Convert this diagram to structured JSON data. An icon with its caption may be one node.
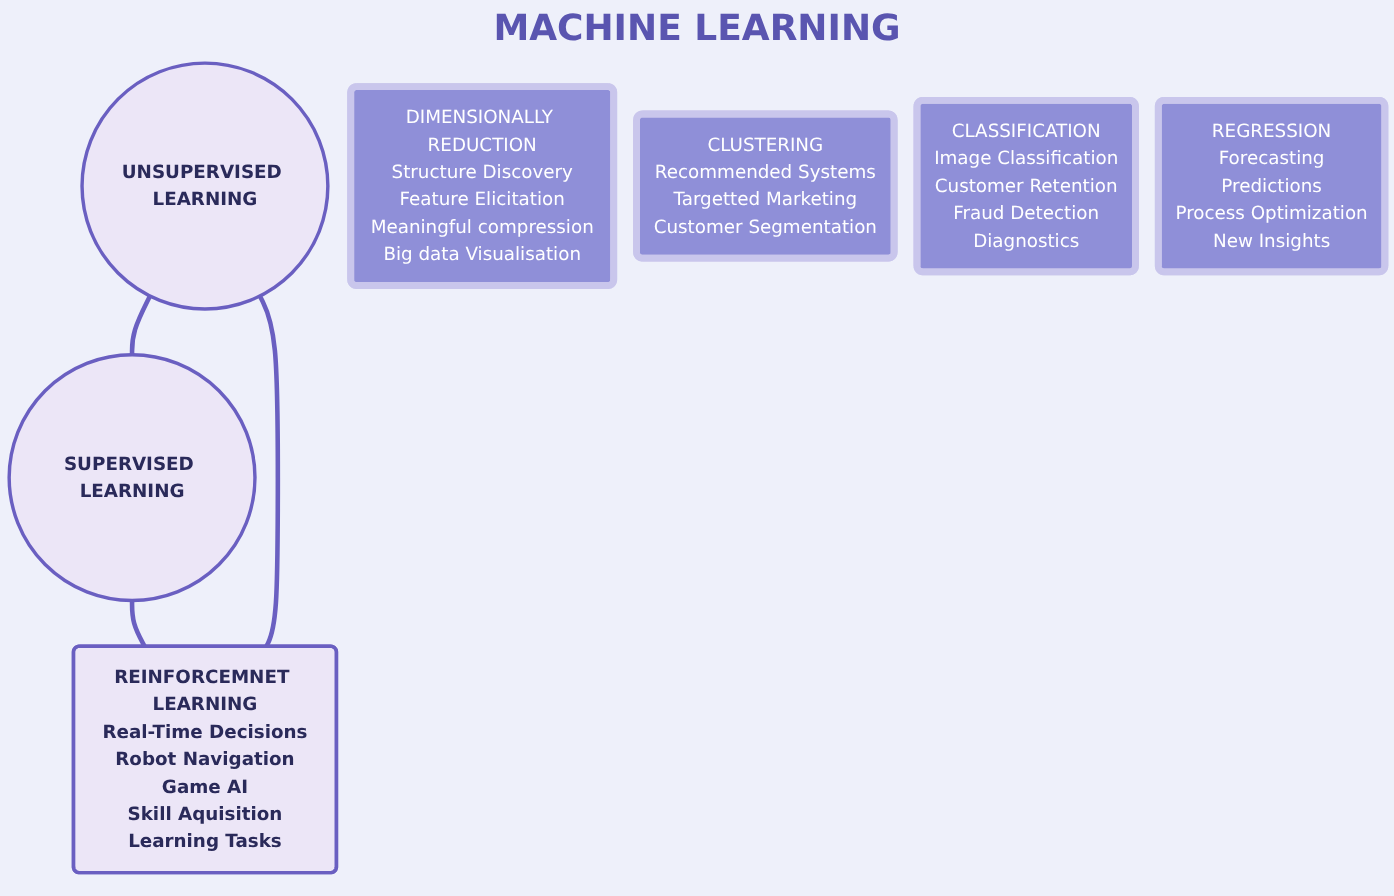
{
  "diagram": {
    "title": "MACHINE LEARNING",
    "nodes": [
      {
        "text": [
          "UNSUPERVISED LEARNING"
        ]
      },
      {
        "text": [
          "SUPERVISED LEARNING"
        ]
      },
      {
        "text": [
          "REINFORCEMNET LEARNING",
          "Real-Time Decisions",
          "Robot Navigation",
          "Game AI",
          "Skill Aquisition",
          "Learning Tasks"
        ]
      },
      {
        "text": [
          "DIMENSIONALLY REDUCTION",
          "Structure Discovery",
          "Feature Elicitation",
          "Meaningful compression",
          "Big data Visualisation"
        ]
      },
      {
        "text": [
          "CLUSTERING",
          "Recommended Systems",
          "Targetted Marketing",
          "Customer Segmentation"
        ]
      },
      {
        "text": [
          "CLASSIFICATION",
          "Image Classification",
          "Customer Retention",
          "Fraud Detection",
          "Diagnostics"
        ]
      },
      {
        "text": [
          "REGRESSION",
          "Forecasting",
          "Predictions",
          "Process Optimization",
          "New Insights"
        ]
      }
    ],
    "edges": [
      {
        "from": 0,
        "to": 1,
        "arrow": "none"
      },
      {
        "from": 1,
        "to": 2,
        "arrow": "none"
      },
      {
        "from": 2,
        "to": 0,
        "arrow": "none"
      }
    ]
  }
}
